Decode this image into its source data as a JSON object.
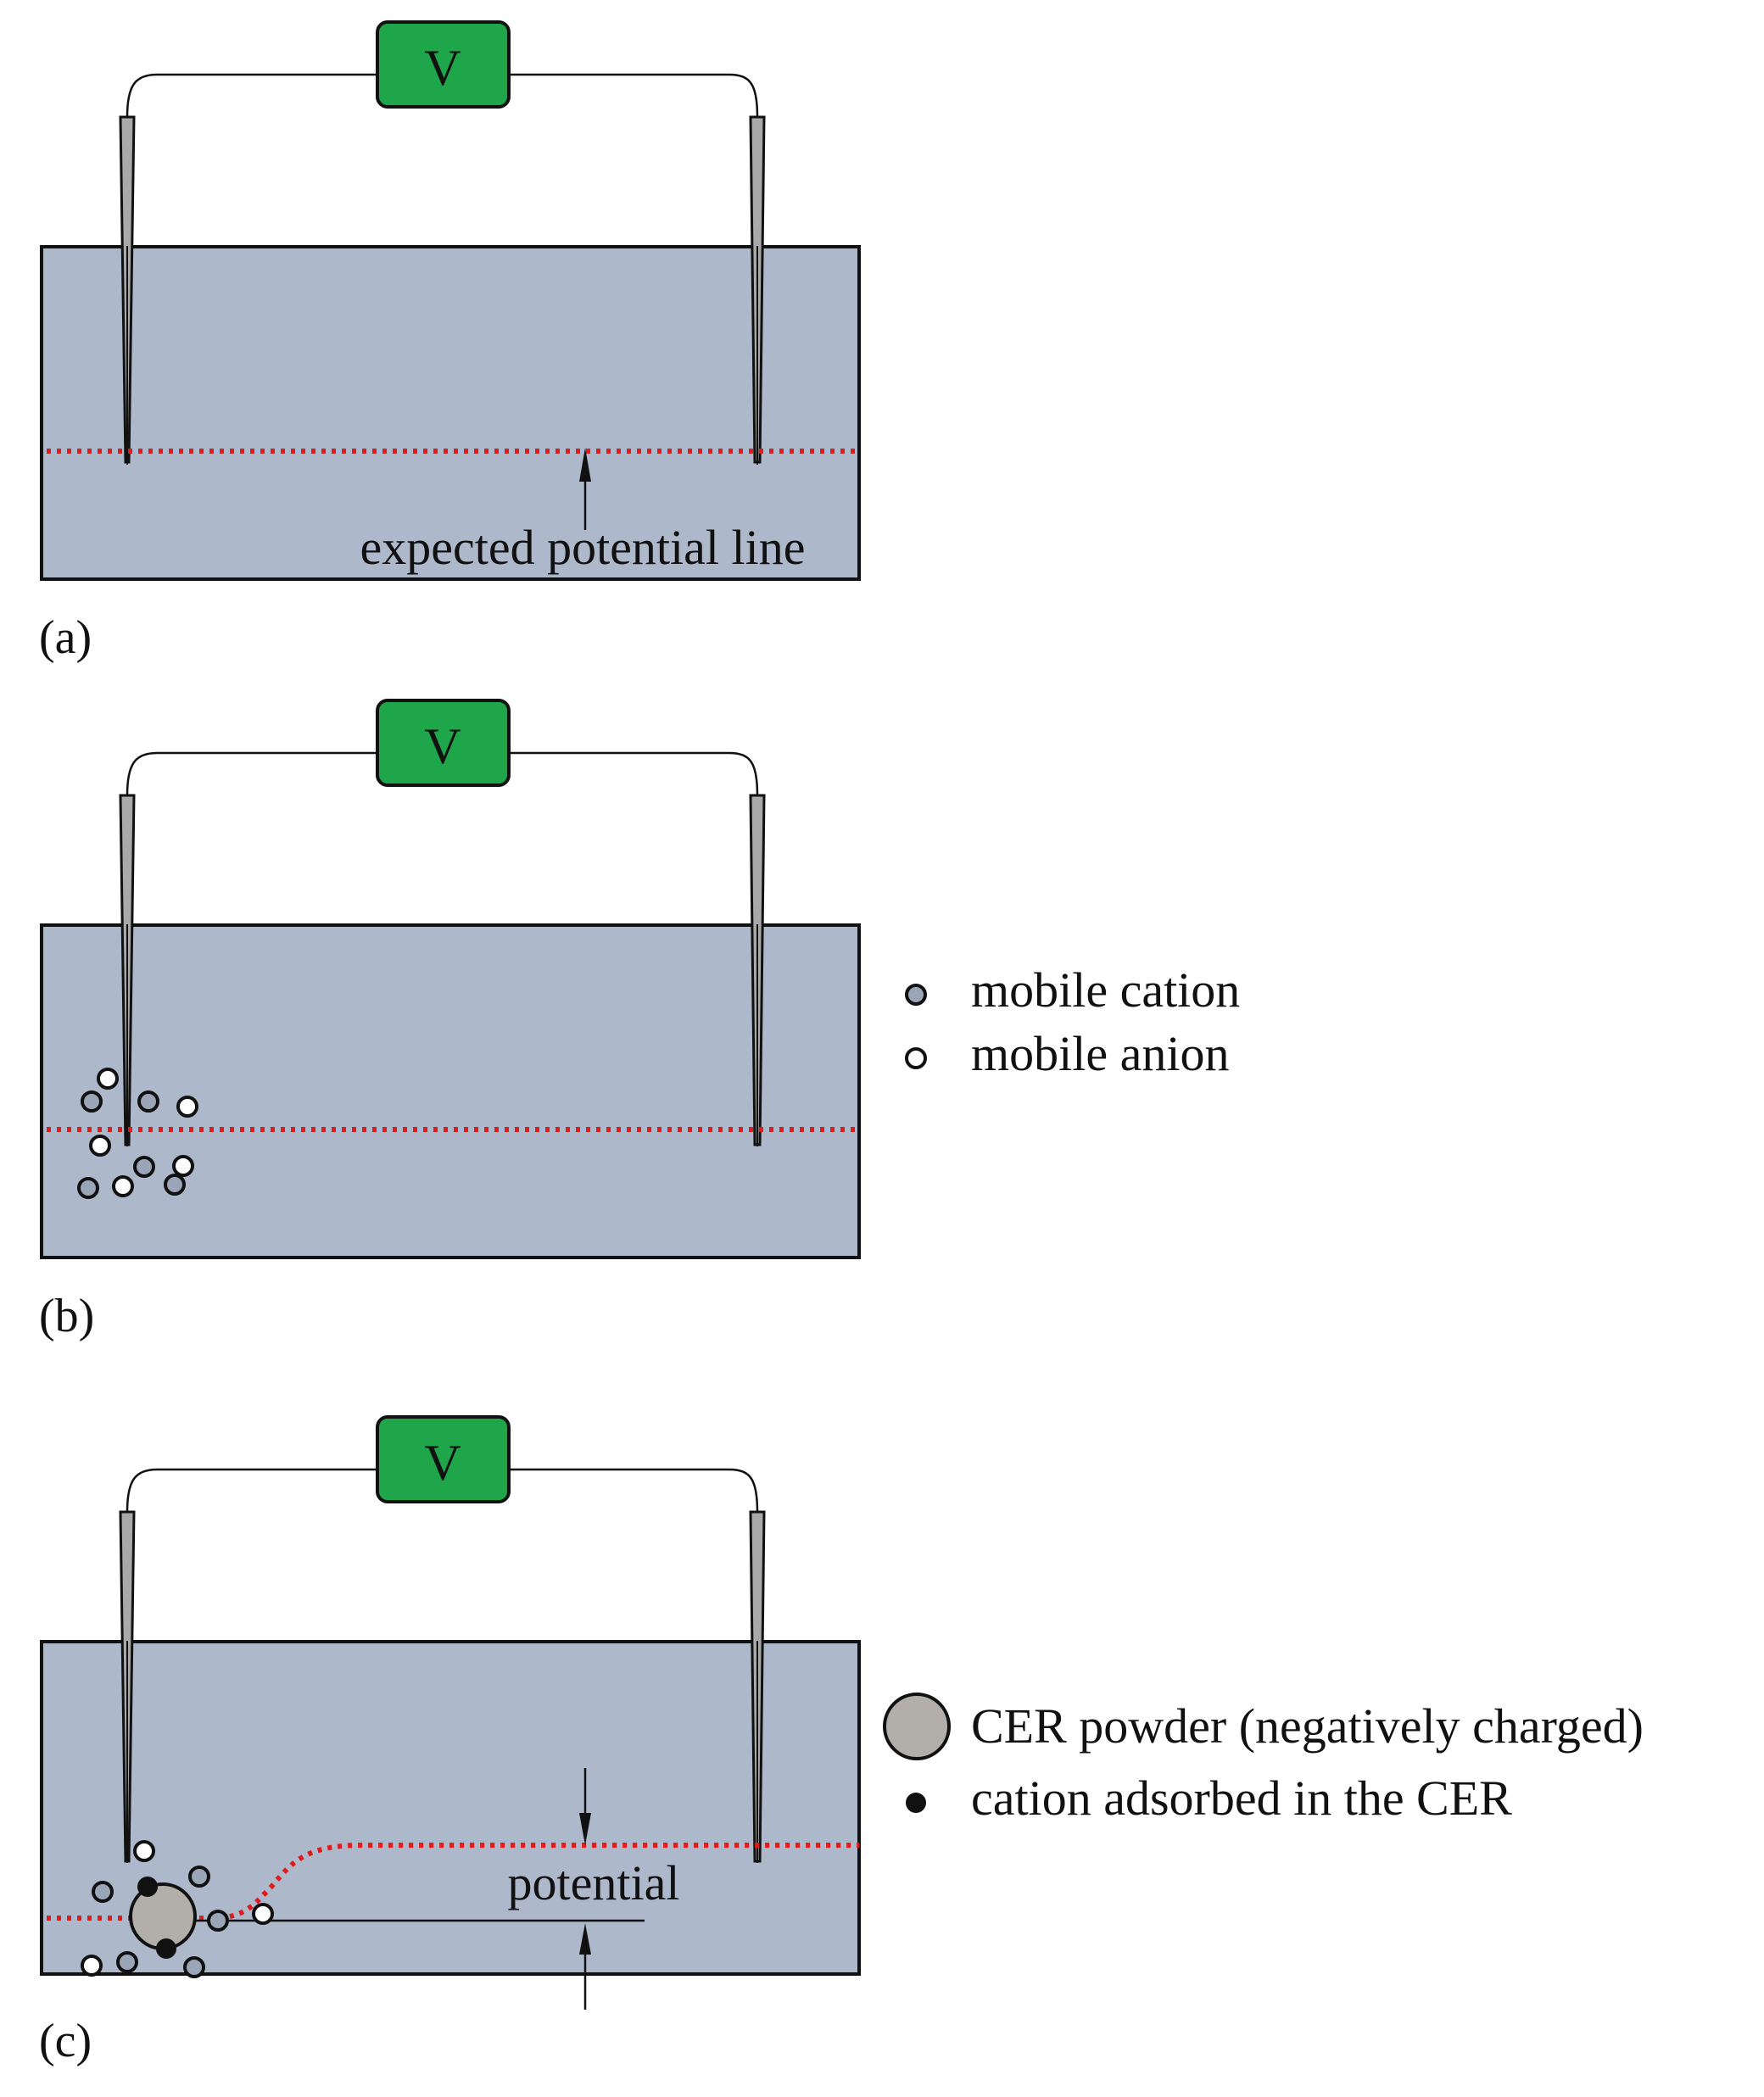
{
  "voltmeter_label": "V",
  "panels": [
    {
      "label": "(a)",
      "annotation": "expected potential line"
    },
    {
      "label": "(b)",
      "legend": [
        {
          "kind": "cation",
          "text": "mobile cation"
        },
        {
          "kind": "anion",
          "text": "mobile anion"
        }
      ]
    },
    {
      "label": "(c)",
      "annotation": "potential",
      "legend": [
        {
          "kind": "cer",
          "text": "CER powder (negatively charged)"
        },
        {
          "kind": "adsorbed",
          "text": "cation adsorbed in the CER"
        }
      ]
    }
  ],
  "colors": {
    "tank": "#adb8ca",
    "voltmeter": "#1fa64a",
    "potential_line": "#e01b1b",
    "cation": "#9aa6b8",
    "cer": "#b2aeaa"
  }
}
